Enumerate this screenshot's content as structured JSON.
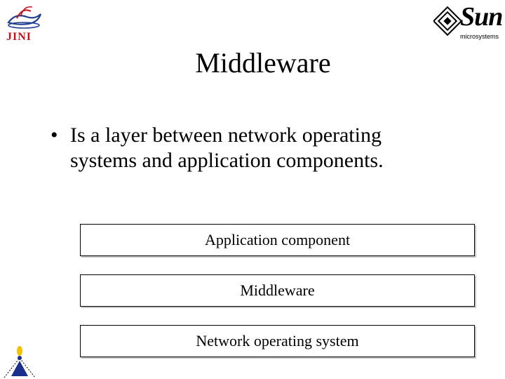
{
  "logos": {
    "jini_text": "JINI",
    "sun_text": "Sun",
    "sun_subtext": "microsystems"
  },
  "slide": {
    "title": "Middleware",
    "bullets": [
      "Is a layer between network operating systems and application components."
    ]
  },
  "diagram": {
    "layers": [
      "Application component",
      "Middleware",
      "Network operating system"
    ]
  },
  "colors": {
    "jini_red": "#c0141b",
    "jini_blue": "#1f3f8f",
    "corner_blue": "#1b2f8c",
    "corner_yellow": "#f2c200"
  }
}
